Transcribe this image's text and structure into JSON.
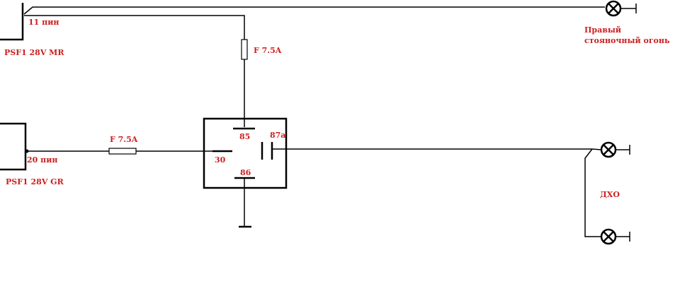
{
  "labels": {
    "pin11": "11 пин",
    "connector_mr": "PSF1 28V MR",
    "pin20": "20 пин",
    "connector_gr": "PSF1 28V GR",
    "fuse_top": "F 7.5A",
    "fuse_left": "F 7.5A",
    "relay_85": "85",
    "relay_87a": "87a",
    "relay_30": "30",
    "relay_86": "86",
    "lamp_right_line1": "Правый",
    "lamp_right_line2": "стояночный огонь",
    "drl": "ДХО"
  },
  "colors": {
    "label_red": "#cc2020",
    "wire": "#000000"
  }
}
